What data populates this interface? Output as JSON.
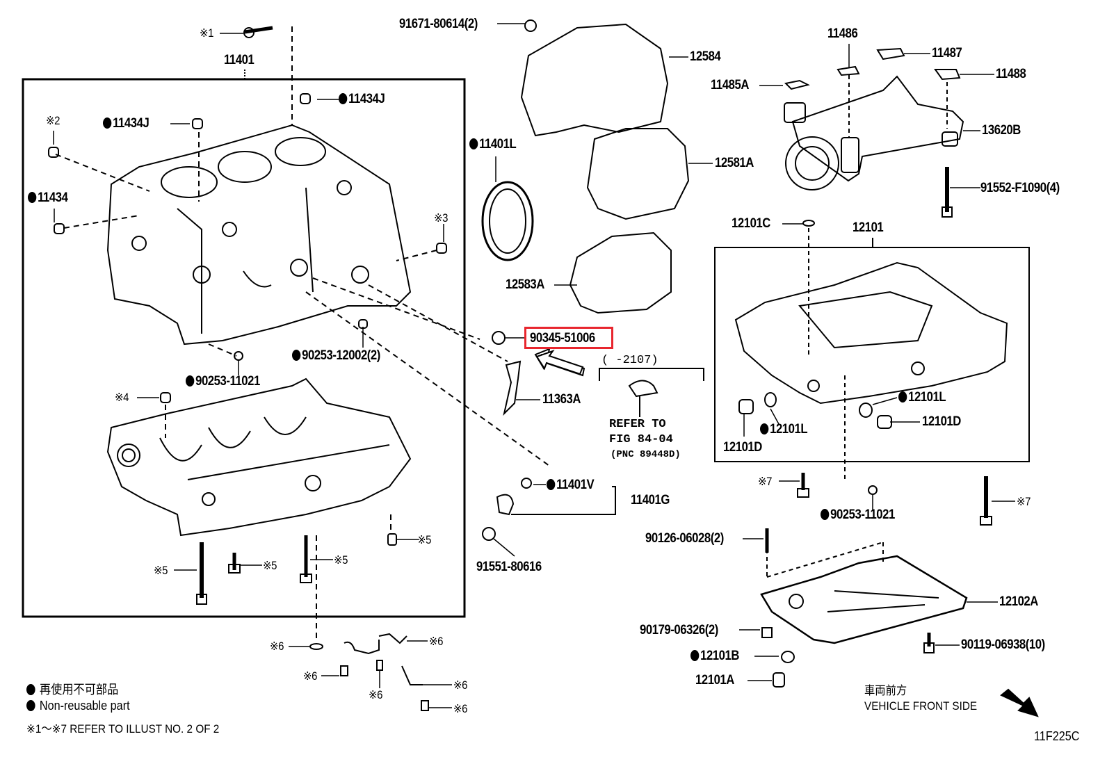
{
  "diagram": {
    "figure_code": "11F225C",
    "highlight_color": "#e8262e",
    "highlighted_part": "90345-51006",
    "callouts": {
      "k1": "※1",
      "p11401": "11401",
      "p11434J_a": "11434J",
      "p11434J_b": "11434J",
      "k2": "※2",
      "p11434": "11434",
      "k3": "※3",
      "p90253_12002": "90253-12002(2)",
      "p90253_11021_a": "90253-11021",
      "k4": "※4",
      "k5_a": "※5",
      "k5_b": "※5",
      "k5_c": "※5",
      "k5_d": "※5",
      "p91671": "91671-80614(2)",
      "p12584": "12584",
      "p11401L": "11401L",
      "p12581A": "12581A",
      "p12583A": "12583A",
      "p90345": "90345-51006",
      "p11363A": "11363A",
      "range": "(    -2107)",
      "refer_line1": "REFER TO",
      "refer_line2": "FIG 84-04",
      "refer_line3": "(PNC 89448D)",
      "p11401V": "11401V",
      "p11401G": "11401G",
      "p91551": "91551-80616",
      "p11486": "11486",
      "p11487": "11487",
      "p11485A": "11485A",
      "p11488": "11488",
      "p13620B": "13620B",
      "p91552": "91552-F1090(4)",
      "p12101C": "12101C",
      "p12101": "12101",
      "p12101L_a": "12101L",
      "p12101L_b": "12101L",
      "p12101D_a": "12101D",
      "p12101D_b": "12101D",
      "k7_a": "※7",
      "k7_b": "※7",
      "p90253_11021_b": "90253-11021",
      "p90126": "90126-06028(2)",
      "p12102A": "12102A",
      "p90179": "90179-06326(2)",
      "p90119": "90119-06938(10)",
      "p12101B": "12101B",
      "p12101A": "12101A",
      "k6_a": "※6",
      "k6_b": "※6",
      "k6_c": "※6",
      "k6_d": "※6",
      "k6_e": "※6",
      "k6_f": "※6"
    },
    "legend": {
      "jp": "再使用不可部品",
      "en": "Non-reusable part",
      "refer_note": "※1～※7  REFER TO ILLUST NO. 2 OF 2"
    },
    "direction": {
      "jp": "車両前方",
      "en": "VEHICLE FRONT SIDE"
    }
  }
}
